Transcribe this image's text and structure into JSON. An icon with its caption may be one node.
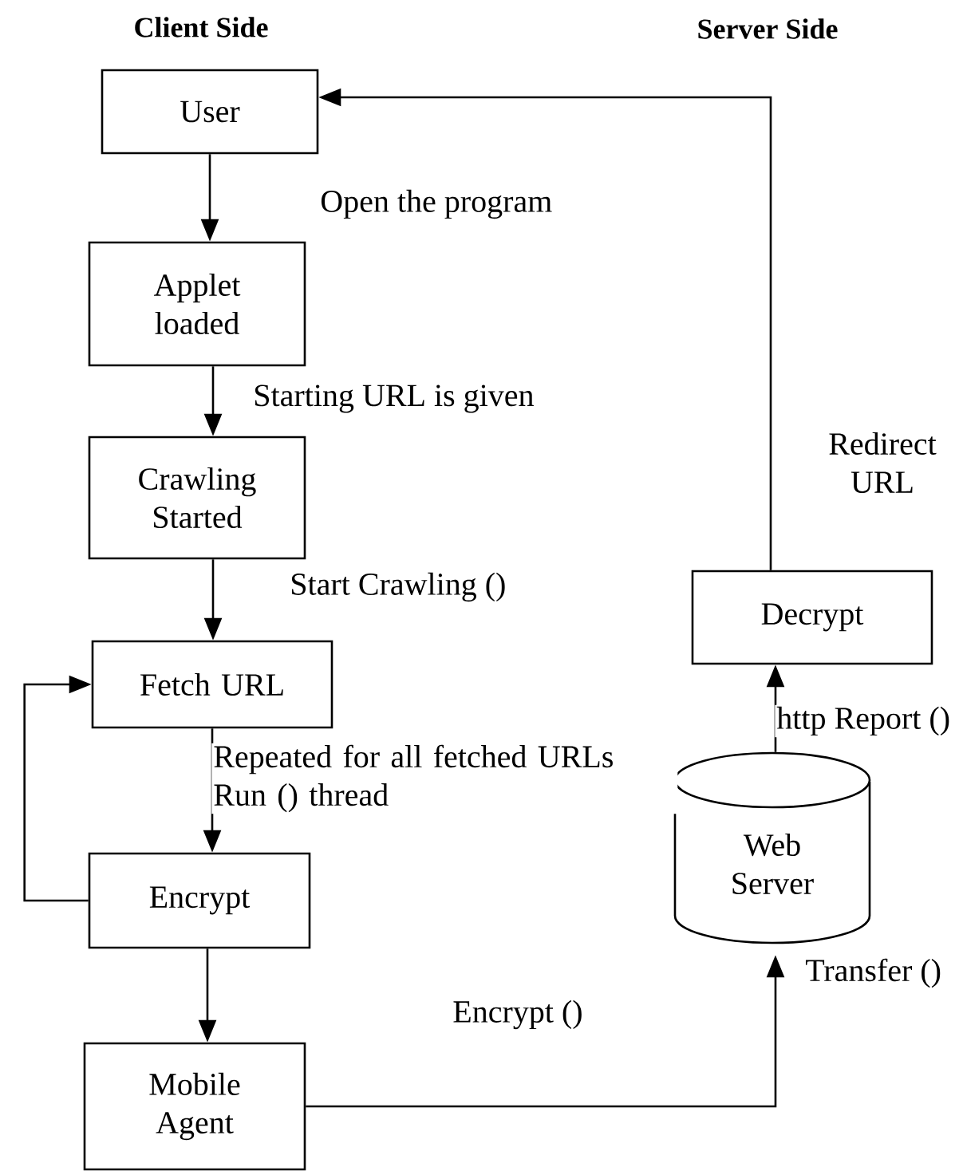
{
  "diagram": {
    "nodes": [
      {
        "text": [
          "User"
        ]
      },
      {
        "text": [
          "Applet loaded"
        ]
      },
      {
        "text": [
          "Crawling Started"
        ]
      },
      {
        "text": [
          "Fetch URL"
        ]
      },
      {
        "text": [
          "Encrypt"
        ]
      },
      {
        "text": [
          "Mobile Agent"
        ]
      },
      {
        "text": [
          "Decrypt"
        ]
      },
      {
        "text": [
          "Web Server"
        ]
      }
    ],
    "edges": [
      {
        "from": 0,
        "to": 1,
        "arrow": "to",
        "label": "Open the program"
      },
      {
        "from": 1,
        "to": 2,
        "arrow": "to",
        "label": "Starting URL is given"
      },
      {
        "from": 2,
        "to": 3,
        "arrow": "to",
        "label": "Start Crawling ()"
      },
      {
        "from": 3,
        "to": 4,
        "arrow": "to",
        "label": "Repeated for all fetched URLs Run () thread"
      },
      {
        "from": 4,
        "to": 3,
        "arrow": "to"
      },
      {
        "from": 4,
        "to": 5,
        "arrow": "to"
      },
      {
        "from": 5,
        "to": 7,
        "arrow": "to",
        "label": "Encrypt ()"
      },
      {
        "from": 7,
        "to": 6,
        "arrow": "to",
        "label": "http Report ()"
      },
      {
        "from": 6,
        "to": 0,
        "arrow": "to",
        "label": "Redirect URL"
      }
    ],
    "labels": [
      "Client Side",
      "Server Side",
      "Transfer ()"
    ]
  }
}
